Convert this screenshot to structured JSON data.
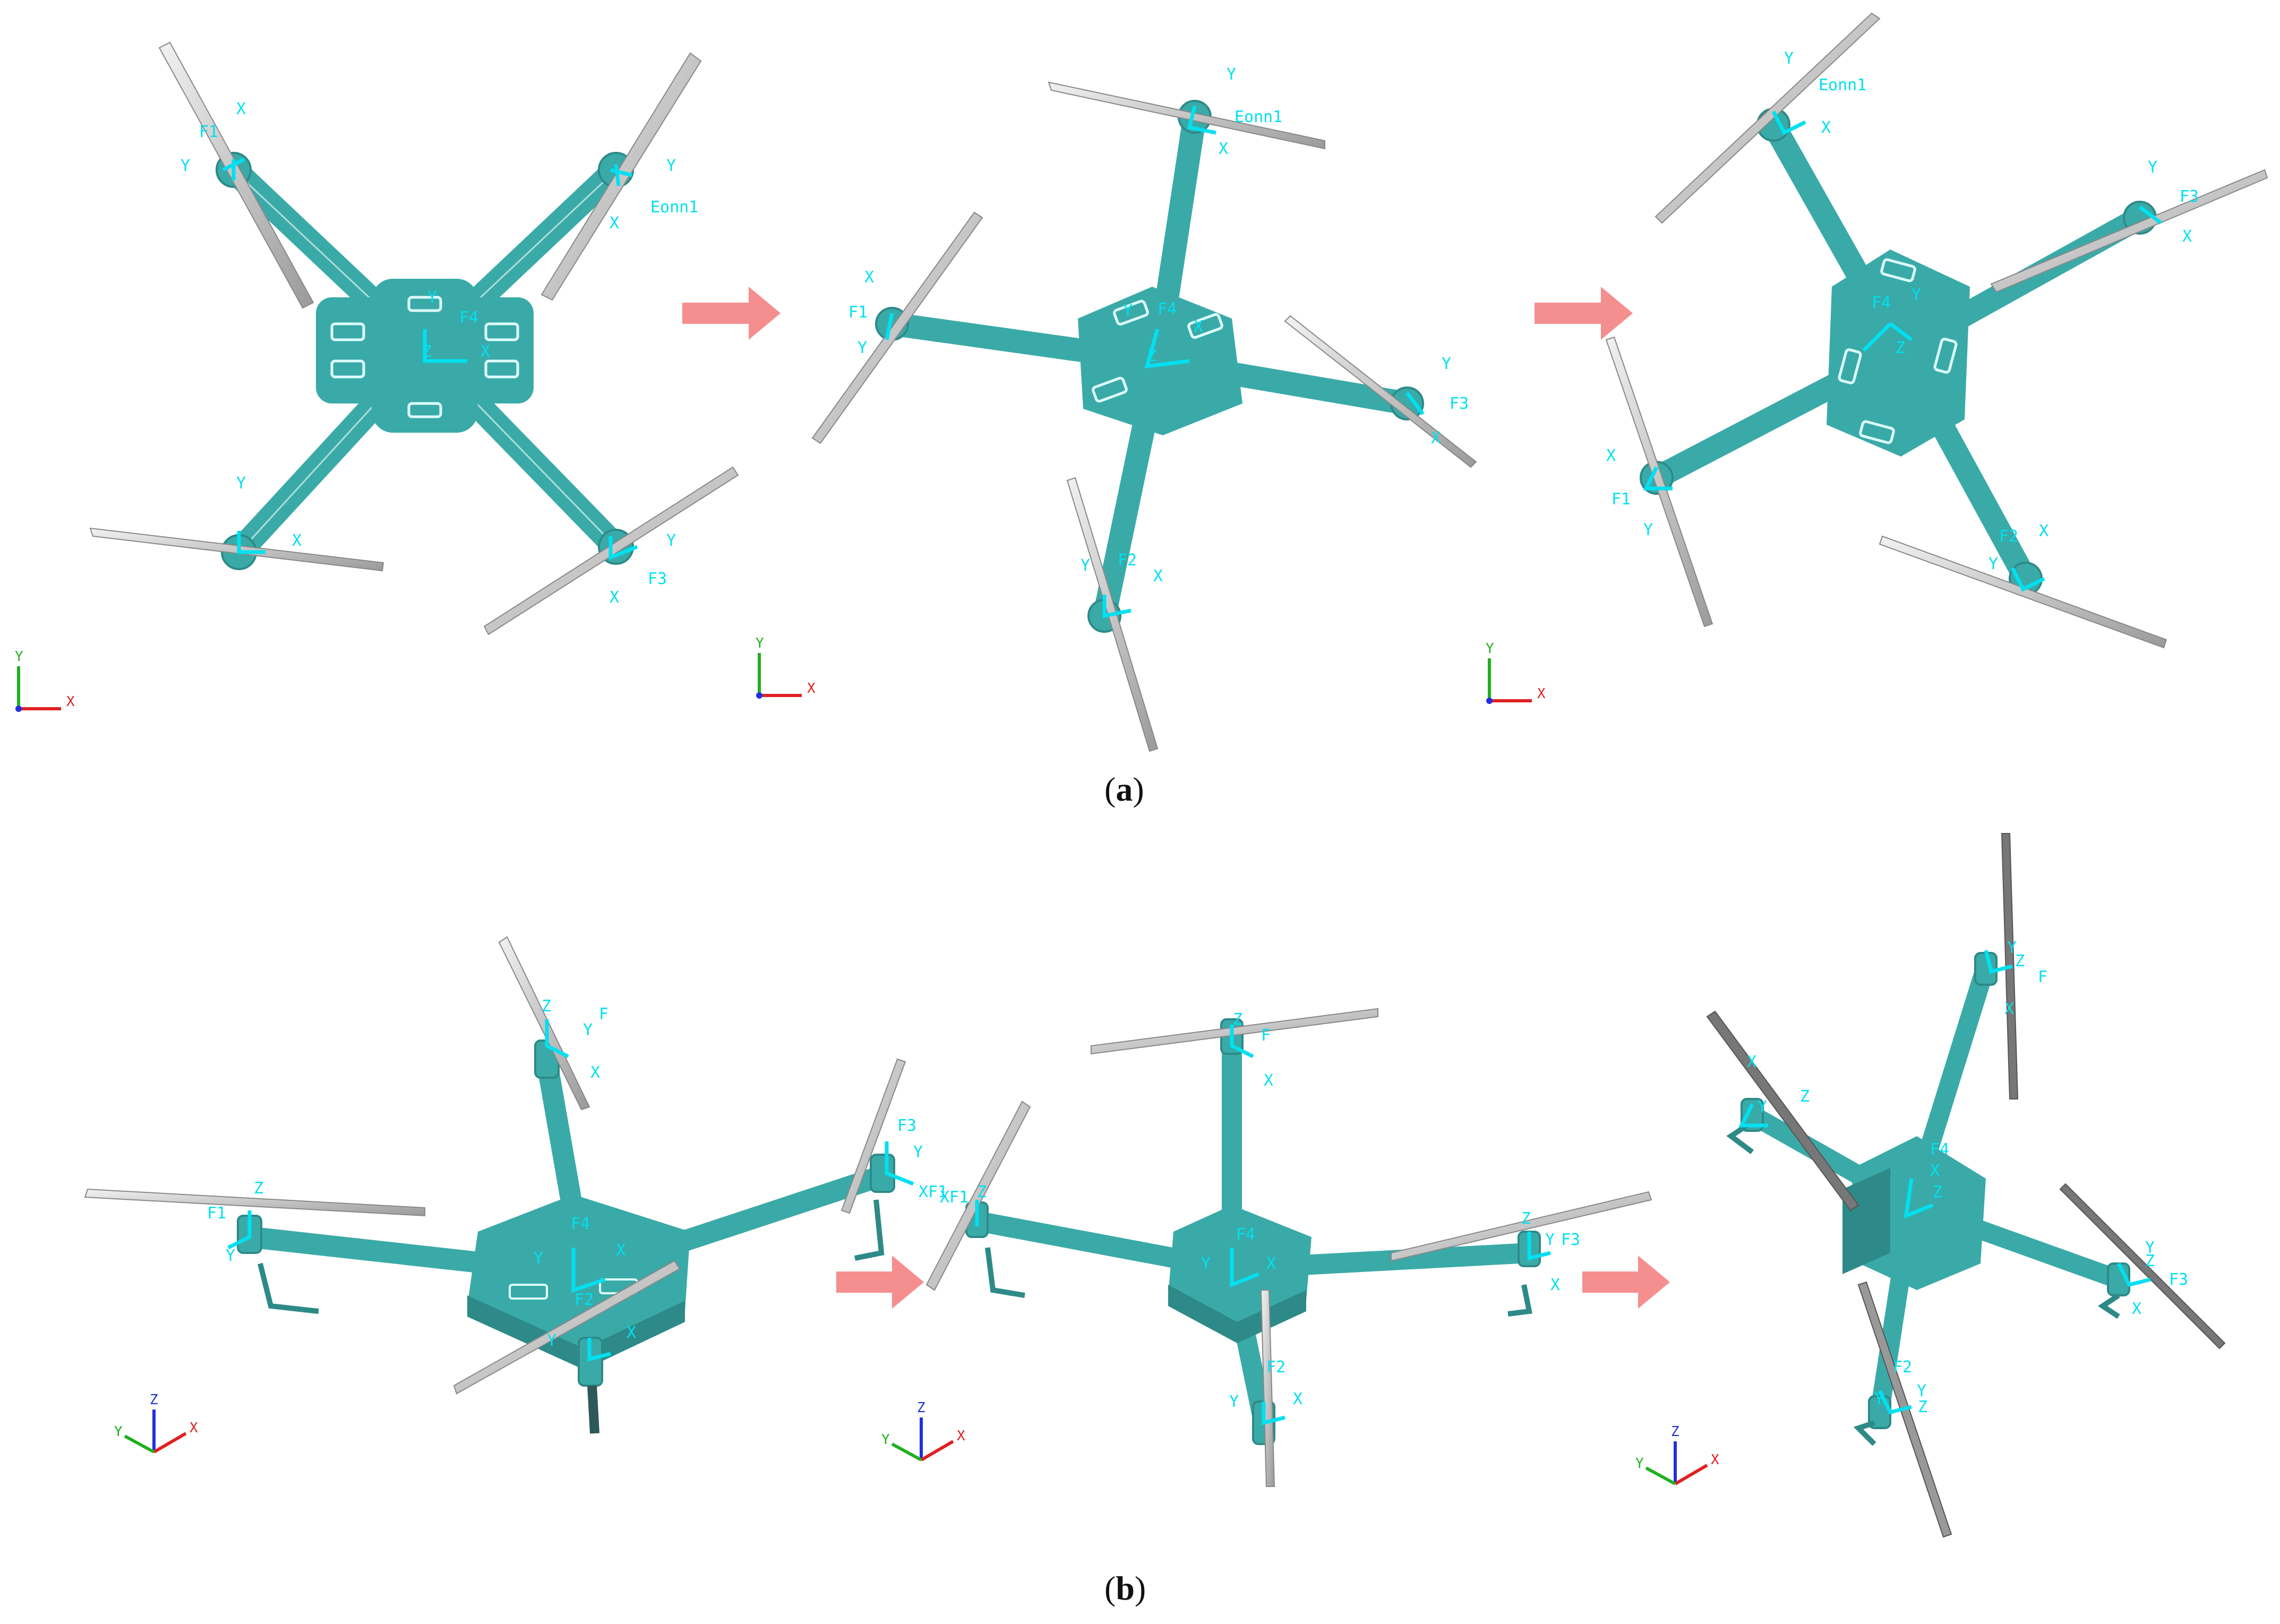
{
  "captions": {
    "a": "a",
    "b": "b"
  },
  "labels": {
    "x": "X",
    "y": "Y",
    "z": "Z",
    "f": "F",
    "f1": "F1",
    "f2": "F2",
    "f3": "F3",
    "f4": "F4",
    "eonn1": "Eonn1",
    "xf1": "XF1",
    "xf1b": "XF1"
  },
  "colors": {
    "frame": "#3aaaa8",
    "frame_dark": "#2d8a88",
    "prop": "#cfcfcf",
    "cyan": "#00e0f0",
    "arrow": "#f58e8e",
    "axis_x": "#e02020",
    "axis_y": "#20b020",
    "axis_z": "#2030e0"
  }
}
